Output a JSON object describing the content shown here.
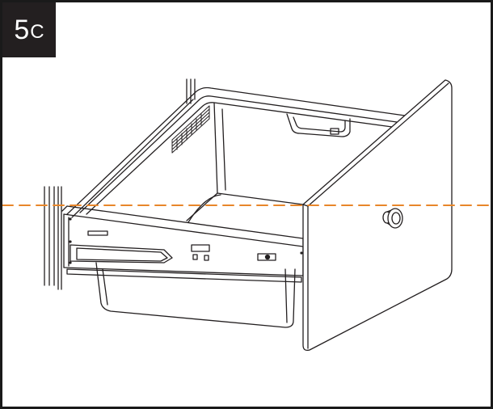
{
  "step": {
    "number": "5",
    "sub": "C"
  },
  "colors": {
    "line": "#231f20",
    "guide": "#e8862a",
    "badge": "#231f20",
    "background": "#ffffff"
  },
  "icons": [
    "drawer-illustration",
    "knob-icon",
    "guide-line"
  ]
}
